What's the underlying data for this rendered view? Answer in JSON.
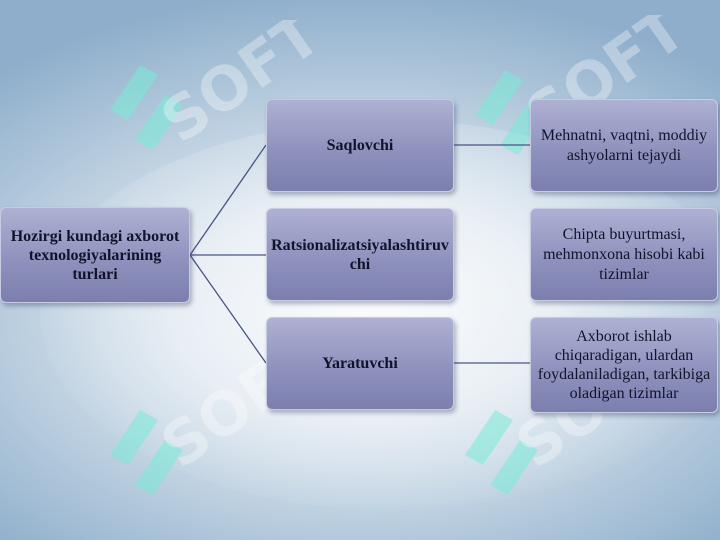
{
  "watermark": {
    "text": "SOFT"
  },
  "diagram": {
    "root": {
      "label": "Hozirgi kundagi axborot texnologiyalarining turlari"
    },
    "branches": [
      {
        "label": "Saqlovchi",
        "detail": "Mehnatni, vaqtni, moddiy ashyolarni tejaydi"
      },
      {
        "label": "Ratsionalizatsiyalashtiruvchi",
        "detail": "Chipta buyurtmasi, mehmonxona hisobi kabi tizimlar"
      },
      {
        "label": "Yaratuvchi",
        "detail": "Axborot ishlab chiqaradigan, ulardan foydalaniladigan, tarkibiga oladigan tizimlar"
      }
    ]
  },
  "colors": {
    "node_fill": "#8f92bd",
    "connector": "#4a5585"
  }
}
